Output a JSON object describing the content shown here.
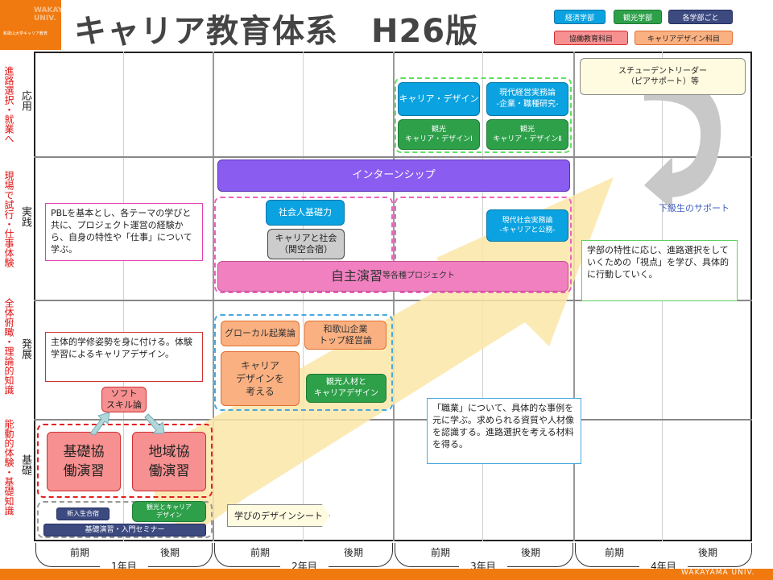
{
  "header": {
    "title": "キャリア教育体系　H26版",
    "logo_text": "和歌山大学キャリア教育",
    "logo_side": "WAKAYAMA UNIV.",
    "footer": "WAKAYAMA UNIV."
  },
  "legend": [
    {
      "label": "経済学部",
      "bg": "#0aa2e0"
    },
    {
      "label": "観光学部",
      "bg": "#2ea04a"
    },
    {
      "label": "各学部ごと",
      "bg": "#3c4a80"
    },
    {
      "label": "協働教育科目",
      "bg": "#f79090"
    },
    {
      "label": "キャリアデザイン科目",
      "bg": "#fab080"
    }
  ],
  "left_labels": [
    "進路選択・就業へ",
    "現場で試行・仕事体験",
    "全体俯瞰・理論的知識",
    "能動的体験・基礎知識"
  ],
  "stages": [
    "応用",
    "実践",
    "発展",
    "基礎"
  ],
  "years": [
    "1年目",
    "2年目",
    "3年目",
    "4年目"
  ],
  "semesters": [
    "前期",
    "後期",
    "前期",
    "後期",
    "前期",
    "後期",
    "前期",
    "後期"
  ],
  "courses": {
    "career_design_econ": "キャリア・デザイン",
    "modern_mgmt": "現代経営実務論\n-企業・職種研究-",
    "tourism_cd1": "観光\nキャリア・デザインⅠ",
    "tourism_cd2": "観光\nキャリア・デザインⅡ",
    "internship": "インターンシップ",
    "social_basic": "社会人基礎力",
    "career_society": "キャリアと社会\n（関空合宿）",
    "modern_society": "現代社会実務論\n-キャリアと公務-",
    "self_study": "自主演習",
    "self_study_sub": "等各種プロジェクト",
    "local_biz": "グローカル起業論",
    "wakayama_top": "和歌山企業\nトップ経営論",
    "career_think": "キャリア\nデザインを\n考える",
    "tourism_hr": "観光人材と\nキャリアデザイン",
    "soft_skill": "ソフト\nスキル論",
    "basic_coop": "基礎協\n働演習",
    "regional_coop": "地域協\n働演習",
    "freshman_camp": "新入生合宿",
    "tourism_career": "観光とキャリア\nデザイン",
    "basic_seminar": "基礎演習・入門セミナー",
    "student_leader": "スチューデントリーダー\n（ピアサポート）等"
  },
  "notes": {
    "pbl": "PBLを基本とし、各テーマの学びと共に、プロジェクト運営の経験から、自身の特性や「仕事」について学ぶ。",
    "proactive": "主体的学修姿勢を身に付ける。体験学習によるキャリアデザイン。",
    "shokugyo": "「職業」について、具体的な事例を元に学ぶ。求められる資質や人材像を認識する。進路選択を考える材料を得る。",
    "faculty": "学部の特性に応じ、進路選択をしていくための「視点」を学び、具体的に行動していく。",
    "design_sheet": "学びのデザインシート",
    "support": "下級生のサポート"
  },
  "colors": {
    "accent": "#f07a10",
    "arrow": "#fbe6a8",
    "red_text": "#e01010"
  }
}
